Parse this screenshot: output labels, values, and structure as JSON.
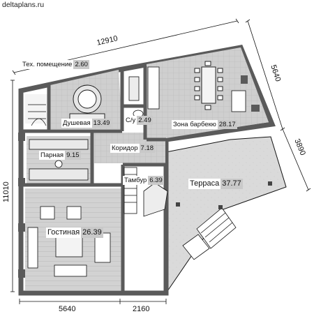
{
  "site": {
    "watermark": "deltaplans.ru"
  },
  "dimensions": {
    "top_total": "12910",
    "right_upper": "5640",
    "right_lower": "3890",
    "left_total": "11010",
    "bottom_left": "5640",
    "bottom_right": "2160"
  },
  "rooms": {
    "tech": {
      "name": "Тех. помещение",
      "area": "2.60"
    },
    "shower": {
      "name": "Душевая",
      "area": "13.49"
    },
    "wc": {
      "name": "С/у",
      "area": "2.49"
    },
    "bbq": {
      "name": "Зона барбекю",
      "area": "28.17"
    },
    "steam": {
      "name": "Парная",
      "area": "9.15"
    },
    "corridor": {
      "name": "Коридор",
      "area": "7.18"
    },
    "vestibule": {
      "name": "Тамбур",
      "area": "6.39"
    },
    "terrace": {
      "name": "Терраса",
      "area": "37.77"
    },
    "living": {
      "name": "Гостиная",
      "area": "26.39"
    }
  },
  "colors": {
    "wall": "#5a5a5a",
    "tile_floor": "#cfcfcf",
    "terrace_floor": "#dadada",
    "label_area_bg": "#c9c9c9",
    "line": "#111111"
  }
}
